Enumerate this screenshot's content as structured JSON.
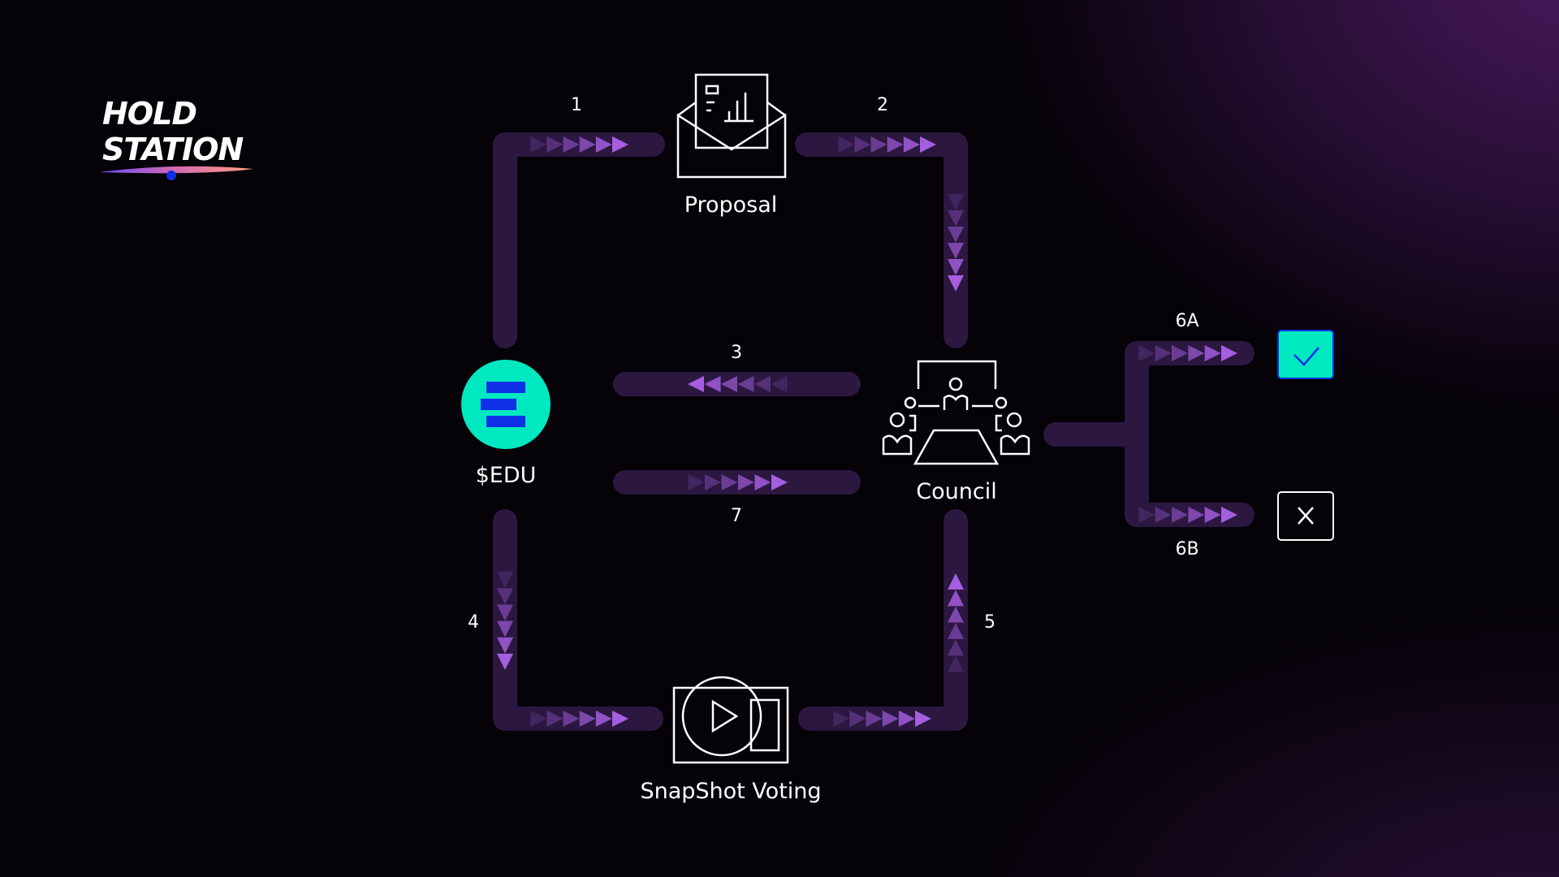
{
  "logo": {
    "text": "HOLD STATION"
  },
  "steps": {
    "s1": "1",
    "s2": "2",
    "s3": "3",
    "s4": "4",
    "s5": "5",
    "s6a": "6A",
    "s6b": "6B",
    "s7": "7"
  },
  "nodes": {
    "proposal": "Proposal",
    "edu": "$EDU",
    "council": "Council",
    "voting": "SnapShot Voting"
  },
  "colors": {
    "arrow": "#a55ee0",
    "track": "#2b1740",
    "edu": "#00e8c0",
    "eduMark": "#1030e8",
    "approve": "#00e8c0"
  },
  "icons": {
    "approve": "check-icon",
    "reject": "x-icon"
  }
}
